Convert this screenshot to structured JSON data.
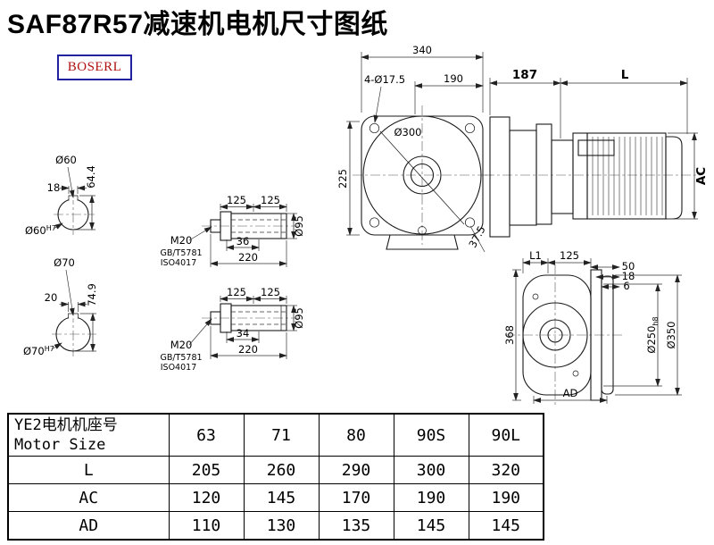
{
  "page": {
    "title": "SAF87R57减速机电机尺寸图纸",
    "logo": "BOSERL"
  },
  "front_view": {
    "dim_340": "340",
    "holes": "4-Ø17.5",
    "dim_190": "190",
    "flange_dia": "Ø300",
    "dim_225": "225",
    "dim_angle": "37.5"
  },
  "side_view": {
    "dim_187": "187",
    "dim_l": "L",
    "dim_ac": "AC"
  },
  "shaft60": {
    "dia": "Ø60",
    "total_height": "64.4",
    "key_width": "18",
    "bore": "Ø60",
    "bore_fit": "H7"
  },
  "shaft70": {
    "dia": "Ø70",
    "total_height": "74.9",
    "key_width": "20",
    "bore": "Ø70",
    "bore_fit": "H7"
  },
  "shaft_top": {
    "dim_125a": "125",
    "dim_125b": "125",
    "thread": "M20",
    "std1": "GB/T5781",
    "std2": "ISO4017",
    "dim_len": "36",
    "dim_total": "220",
    "dia": "Ø95"
  },
  "shaft_bottom": {
    "dim_125a": "125",
    "dim_125b": "125",
    "thread": "M20",
    "std1": "GB/T5781",
    "std2": "ISO4017",
    "dim_len": "34",
    "dim_total": "220",
    "dia": "Ø95"
  },
  "rear_view": {
    "dim_l1": "L1",
    "dim_125": "125",
    "dim_50": "50",
    "dim_18": "18",
    "dim_6": "6",
    "dim_368": "368",
    "dia_250": "Ø250",
    "dia_250_fit": "h8",
    "dia_350": "Ø350",
    "dim_ad": "AD"
  },
  "table": {
    "header_cn": "YE2电机机座号",
    "header_en": "Motor Size",
    "sizes": [
      "63",
      "71",
      "80",
      "90S",
      "90L"
    ],
    "rows": [
      {
        "label": "L",
        "values": [
          "205",
          "260",
          "290",
          "300",
          "320"
        ]
      },
      {
        "label": "AC",
        "values": [
          "120",
          "145",
          "170",
          "190",
          "190"
        ]
      },
      {
        "label": "AD",
        "values": [
          "110",
          "130",
          "135",
          "145",
          "145"
        ]
      }
    ]
  }
}
